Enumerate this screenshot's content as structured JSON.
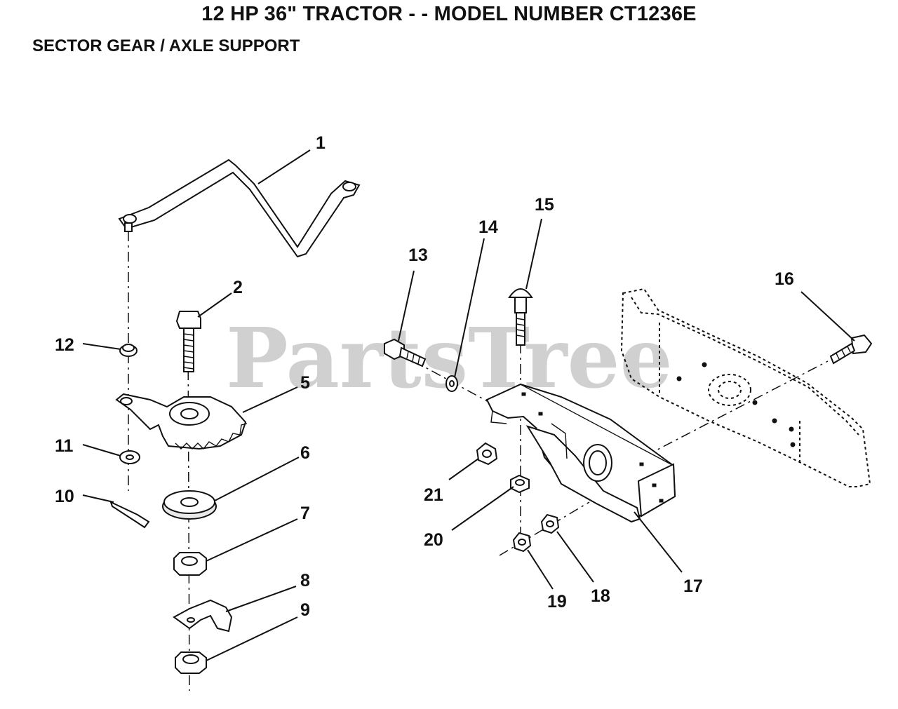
{
  "title": "12 HP 36\" TRACTOR - - MODEL NUMBER CT1236E",
  "subtitle": "SECTOR GEAR / AXLE SUPPORT",
  "watermark": "PartsTree",
  "callouts": [
    "1",
    "2",
    "5",
    "6",
    "7",
    "8",
    "9",
    "10",
    "11",
    "12",
    "13",
    "14",
    "15",
    "16",
    "17",
    "18",
    "19",
    "20",
    "21"
  ],
  "colors": {
    "ink": "#111111",
    "watermark": "#c8c8c8",
    "background": "#ffffff"
  }
}
